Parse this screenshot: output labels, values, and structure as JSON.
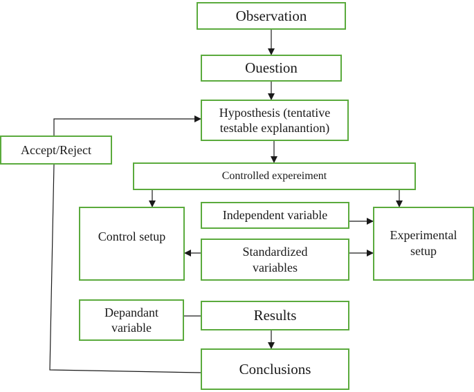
{
  "diagram": {
    "nodes": {
      "observation": "Observation",
      "question": "Ouestion",
      "hypothesis": "Hyposthesis (tentative\ntestable explanantion)",
      "accept_reject": "Accept/Reject",
      "controlled_experiment": "Controlled expereiment",
      "control_setup": "Control setup",
      "independent_variable": "Independent variable",
      "standardized_variables": "Standardized\nvariables",
      "experimental_setup": "Experimental\nsetup",
      "dependant_variable": "Depandant\nvariable",
      "results": "Results",
      "conclusions": "Conclusions"
    },
    "colors": {
      "box_border": "#5aaa3c",
      "connector": "#1a1a1a"
    }
  }
}
